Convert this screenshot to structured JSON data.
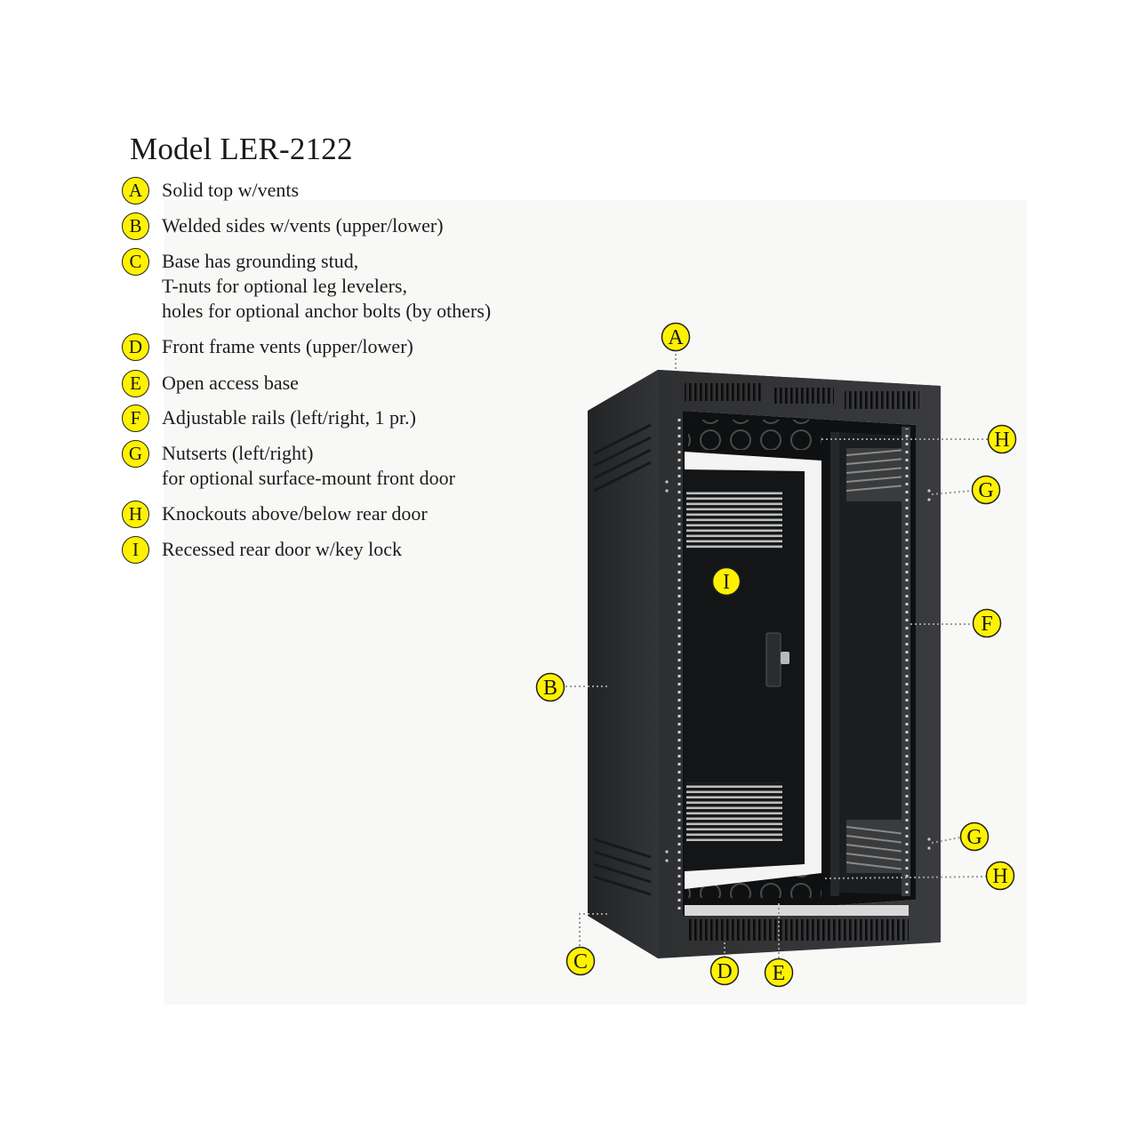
{
  "title": "Model LER-2122",
  "legend": [
    {
      "letter": "A",
      "text": "Solid top w/vents"
    },
    {
      "letter": "B",
      "text": "Welded sides w/vents (upper/lower)"
    },
    {
      "letter": "C",
      "text": "Base has grounding stud,\nT-nuts for optional leg levelers,\nholes for optional anchor bolts (by others)"
    },
    {
      "letter": "D",
      "text": "Front frame vents (upper/lower)"
    },
    {
      "letter": "E",
      "text": "Open access base"
    },
    {
      "letter": "F",
      "text": "Adjustable rails (left/right, 1 pr.)"
    },
    {
      "letter": "G",
      "text": "Nutserts (left/right)\nfor optional surface-mount front door"
    },
    {
      "letter": "H",
      "text": "Knockouts above/below rear door"
    },
    {
      "letter": "I",
      "text": "Recessed rear door w/key lock"
    }
  ],
  "callouts": {
    "A": "A",
    "B": "B",
    "C": "C",
    "D": "D",
    "E": "E",
    "F": "F",
    "G_upper": "G",
    "G_lower": "G",
    "H_upper": "H",
    "H_lower": "H",
    "I": "I"
  },
  "colors": {
    "badge": "#fff200",
    "cabinet": "#2b2c2e",
    "dotted_leader": "#9a9a9a"
  }
}
